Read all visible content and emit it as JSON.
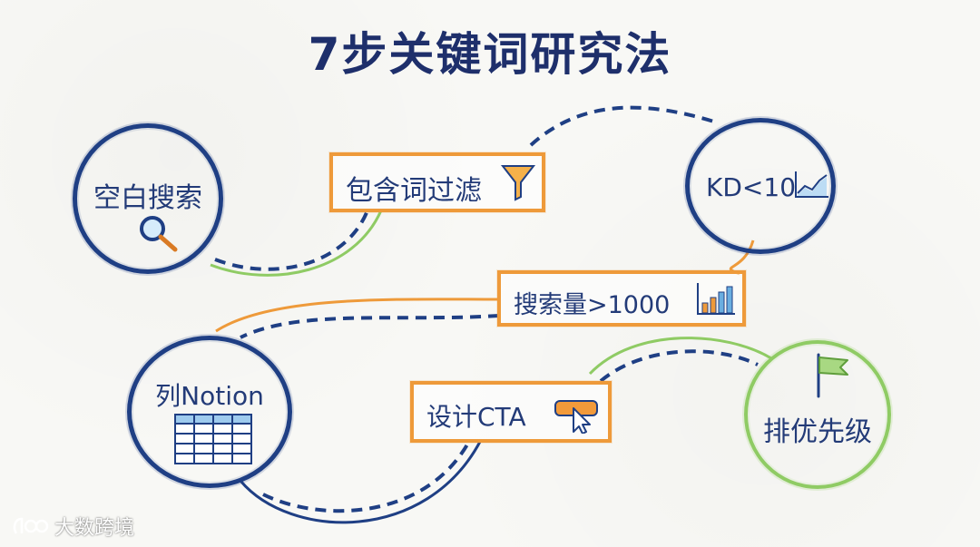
{
  "title": "7步关键词研究法",
  "steps": [
    {
      "label": "空白搜索",
      "icon": "magnifier-icon",
      "shape": "circle",
      "color": "#1f3f84"
    },
    {
      "label": "包含词过滤",
      "icon": "funnel-icon",
      "shape": "rectangle",
      "color": "#ee9a3a"
    },
    {
      "label": "KD<10",
      "icon": "line-chart-icon",
      "shape": "circle",
      "color": "#1f3f84"
    },
    {
      "label": "搜索量>1000",
      "icon": "bar-chart-icon",
      "shape": "rectangle",
      "color": "#ee9a3a"
    },
    {
      "label": "列Notion",
      "icon": "table-icon",
      "shape": "circle",
      "color": "#1f3f84"
    },
    {
      "label": "设计CTA",
      "icon": "cursor-button-icon",
      "shape": "rectangle",
      "color": "#ee9a3a"
    },
    {
      "label": "排优先级",
      "icon": "flag-icon",
      "shape": "circle",
      "color": "#8fcb64"
    }
  ],
  "watermark": {
    "text": "大数跨境",
    "logo": "dashuju-logo"
  }
}
